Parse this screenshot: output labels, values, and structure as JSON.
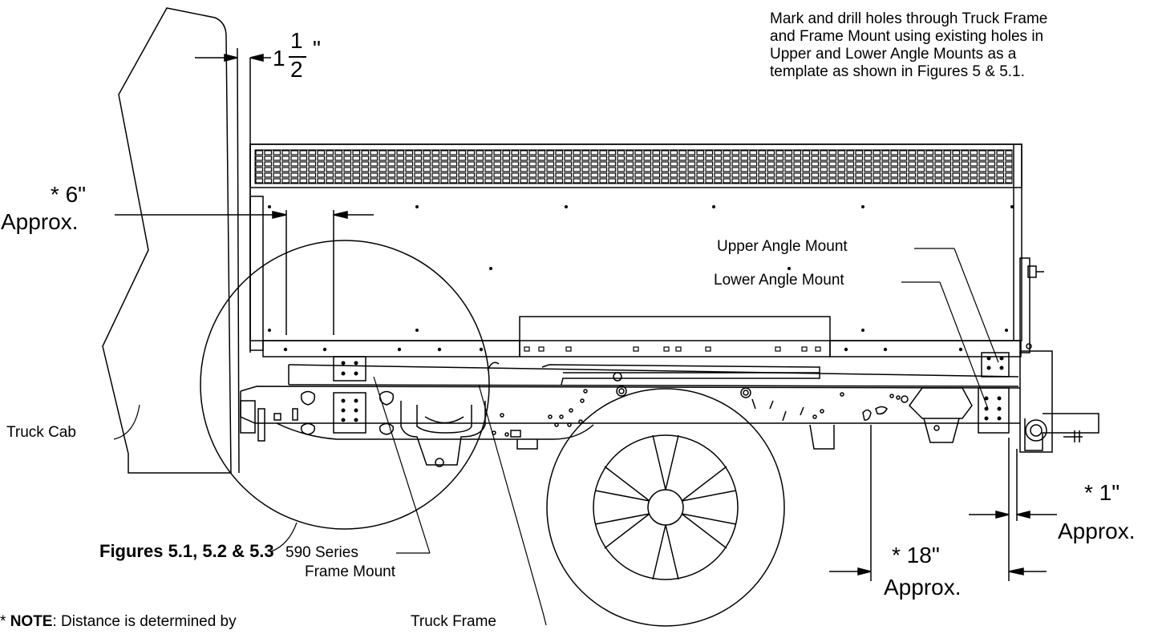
{
  "instructions": {
    "line1": "Mark and drill holes through Truck Frame",
    "line2": "and Frame Mount using existing holes in",
    "line3": "Upper and Lower Angle Mounts as a",
    "line4": "template as shown in Figures 5 & 5.1."
  },
  "dim_top": {
    "whole": "1",
    "num": "1",
    "den": "2",
    "unit": "\""
  },
  "dim_6": {
    "value": "* 6\"",
    "note": "Approx."
  },
  "dim_1": {
    "value": "* 1\"",
    "note": "Approx."
  },
  "dim_18": {
    "value": "* 18\"",
    "note": "Approx."
  },
  "labels": {
    "upper_angle": "Upper Angle Mount",
    "lower_angle": "Lower Angle Mount",
    "truck_cab": "Truck Cab",
    "figures": "Figures 5.1, 5.2 & 5.3",
    "frame_mount_1": "590 Series",
    "frame_mount_2": "Frame Mount",
    "truck_frame": "Truck Frame"
  },
  "note": {
    "prefix": "* ",
    "bold": "NOTE",
    "text": ": Distance is determined by"
  }
}
